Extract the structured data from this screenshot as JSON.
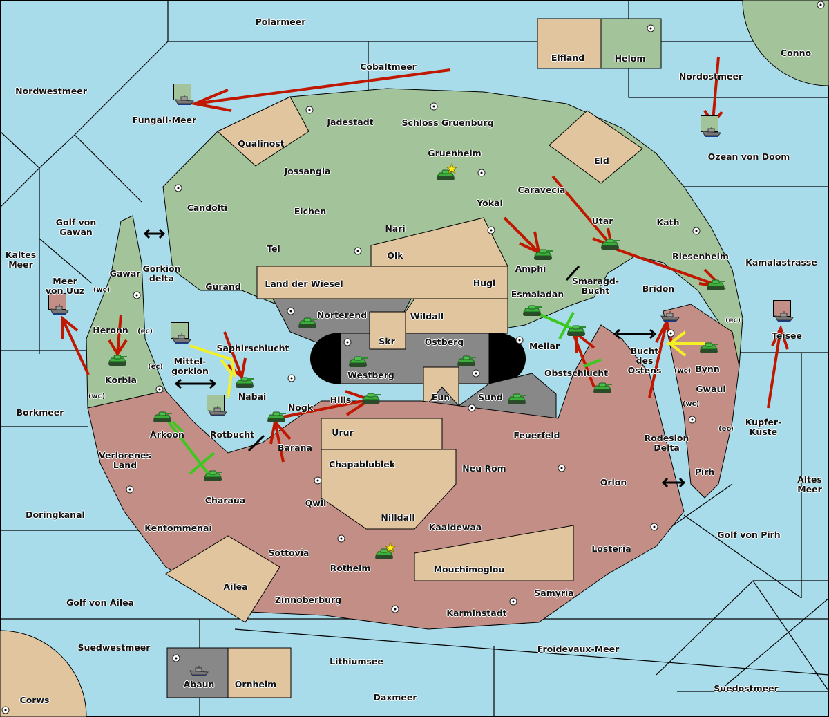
{
  "game": "Diplomacy-style map",
  "colors": {
    "sea": "#a8dcea",
    "green_power": "#a3c49a",
    "red_power": "#c38e85",
    "neutral": "#e1c59e",
    "impassable": "#888888",
    "order_move": "#c01800",
    "order_support": "#f4f026",
    "order_cut": "#3cc81e",
    "border": "#000000"
  },
  "seas": [
    {
      "name": "Polarmeer"
    },
    {
      "name": "Cobaltmeer"
    },
    {
      "name": "Nordwestmeer"
    },
    {
      "name": "Fungali-Meer"
    },
    {
      "name": "Nordostmeer"
    },
    {
      "name": "Ozean von Doom"
    },
    {
      "name": "Golf von Gawan"
    },
    {
      "name": "Kaltes Meer"
    },
    {
      "name": "Meer von Uuz"
    },
    {
      "name": "Gorkion delta"
    },
    {
      "name": "Mittel-gorkion"
    },
    {
      "name": "Rotbucht"
    },
    {
      "name": "Borkmeer"
    },
    {
      "name": "Doringkanal"
    },
    {
      "name": "Golf von Ailea"
    },
    {
      "name": "Suedwestmeer"
    },
    {
      "name": "Lithiumsee"
    },
    {
      "name": "Daxmeer"
    },
    {
      "name": "Froidevaux-Meer"
    },
    {
      "name": "Suedostmeer"
    },
    {
      "name": "Golf von Pirh"
    },
    {
      "name": "Altes Meer"
    },
    {
      "name": "Kupfer-Küste"
    },
    {
      "name": "Teisee"
    },
    {
      "name": "Kamalastrasse"
    },
    {
      "name": "Smaragd-Bucht"
    },
    {
      "name": "Bucht des Ostens"
    },
    {
      "name": "Rodesion Delta"
    }
  ],
  "provinces": {
    "green": [
      "Helom",
      "Conno",
      "Jadestadt",
      "Schloss Gruenburg",
      "Gruenheim",
      "Jossangia",
      "Candolti",
      "Elchen",
      "Nari",
      "Tel",
      "Yokai",
      "Caravecia",
      "Utar",
      "Kath",
      "Riesenheim",
      "Amphi",
      "Esmaladan",
      "Mellar",
      "Gurand",
      "Saphirschlucht",
      "Nabai",
      "Gawar",
      "Heronn",
      "Korbia"
    ],
    "red": [
      "Bridon",
      "Bynn",
      "Gwaul",
      "Pirh",
      "Obstschlucht",
      "Feuerfeld",
      "Neu Rom",
      "Orlon",
      "Losteria",
      "Samyria",
      "Karminstadt",
      "Kaaldewaa",
      "Rotheim",
      "Zinnoberburg",
      "Sottovia",
      "Qwil",
      "Barana",
      "Nogk",
      "Hills",
      "Arkoon",
      "Verlorenes Land",
      "Charaua",
      "Kentommenai"
    ],
    "neutral": [
      "Elfland",
      "Qualinost",
      "Eld",
      "Olk",
      "Land der Wiesel",
      "Hugl",
      "Wildall",
      "Skr",
      "Eun",
      "Urur",
      "Chapablublek",
      "Nilldall",
      "Mouchimoglou",
      "Ailea",
      "Ornheim",
      "Corws"
    ],
    "impassable": [
      "Norterend",
      "Westberg",
      "Ostberg",
      "Sund",
      "Abaun"
    ]
  },
  "coast_tags": [
    "(wc)",
    "(ec)",
    "(ec)",
    "(wc)",
    "(ec)",
    "(wc)",
    "(wc)",
    "(ec)"
  ],
  "labels": {
    "Polarmeer": "Polarmeer",
    "Cobaltmeer": "Cobaltmeer",
    "Nordwestmeer": "Nordwestmeer",
    "Fungali": "Fungali-Meer",
    "Nordostmeer": "Nordostmeer",
    "Ozean": "Ozean von Doom",
    "Conno": "Conno",
    "Elfland": "Elfland",
    "Helom": "Helom",
    "Jadestadt": "Jadestadt",
    "Schloss": "Schloss Gruenburg",
    "Qualinost": "Qualinost",
    "Gruenheim": "Gruenheim",
    "Jossangia": "Jossangia",
    "Eld": "Eld",
    "Candolti": "Candolti",
    "Elchen": "Elchen",
    "Caravecia": "Caravecia",
    "Yokai": "Yokai",
    "Nari": "Nari",
    "Utar": "Utar",
    "Kath": "Kath",
    "Tel": "Tel",
    "Olk": "Olk",
    "GolfGawan": "Golf von\nGawan",
    "KaltesMeer": "Kaltes\nMeer",
    "Amphi": "Amphi",
    "Riesenheim": "Riesenheim",
    "Kamalastrasse": "Kamalastrasse",
    "Gawar": "Gawar",
    "GorkionDelta": "Gorkion\ndelta",
    "MeerUuz": "Meer\nvon Uuz",
    "Gurand": "Gurand",
    "LandWiesel": "Land der Wiesel",
    "Hugl": "Hugl",
    "Smaragd": "Smaragd-\nBucht",
    "Bridon": "Bridon",
    "Esmaladan": "Esmaladan",
    "Norterend": "Norterend",
    "Wildall": "Wildall",
    "Heronn": "Heronn",
    "Teisee": "Teisee",
    "Skr": "Skr",
    "Ostberg": "Ostberg",
    "Mellar": "Mellar",
    "Saphir": "Saphirschlucht",
    "Bucht": "Bucht\ndes\nOstens",
    "Bynn": "Bynn",
    "Mittelgorkion": "Mittel-\ngorkion",
    "Westberg": "Westberg",
    "Obstschlucht": "Obstschlucht",
    "Korbia": "Korbia",
    "Nabai": "Nabai",
    "Eun": "Eun",
    "Sund": "Sund",
    "Gwaul": "Gwaul",
    "Hills": "Hills",
    "Nogk": "Nogk",
    "Borkmeer": "Borkmeer",
    "Kupfer": "Kupfer-\nKüste",
    "Urur": "Urur",
    "Feuerfeld": "Feuerfeld",
    "Rotbucht": "Rotbucht",
    "Arkoon": "Arkoon",
    "Barana": "Barana",
    "Rodesion": "Rodesion\nDelta",
    "Pirh": "Pirh",
    "Verloren": "Verlorenes\nLand",
    "Chapablublek": "Chapablublek",
    "NeuRom": "Neu Rom",
    "Orlon": "Orlon",
    "AltesMeer": "Altes\nMeer",
    "Charaua": "Charaua",
    "Qwil": "Qwil",
    "Doringkanal": "Doringkanal",
    "Nilldall": "Nilldall",
    "Kentommenai": "Kentommenai",
    "Kaaldewaa": "Kaaldewaa",
    "GolfPirh": "Golf von Pirh",
    "Losteria": "Losteria",
    "Sottovia": "Sottovia",
    "Rotheim": "Rotheim",
    "Mouchimoglou": "Mouchimoglou",
    "Ailea": "Ailea",
    "Samyria": "Samyria",
    "GolfAilea": "Golf von Ailea",
    "Zinnoberburg": "Zinnoberburg",
    "Karminstadt": "Karminstadt",
    "Suedwestmeer": "Suedwestmeer",
    "Froidevaux": "Froidevaux-Meer",
    "Lithiumsee": "Lithiumsee",
    "Abaun": "Abaun",
    "Ornheim": "Ornheim",
    "Suedostmeer": "Suedostmeer",
    "Daxmeer": "Daxmeer",
    "Corws": "Corws",
    "wc1": "(wc)",
    "ec1": "(ec)",
    "ec2": "(ec)",
    "wc2": "(wc)",
    "ec3": "(ec)",
    "wc3": "(wc)",
    "wc4": "(wc)",
    "ec4": "(ec)"
  },
  "units": [
    {
      "type": "army",
      "owner": "green",
      "province": "Gruenheim",
      "capital_star": true
    },
    {
      "type": "army",
      "owner": "green",
      "province": "Amphi"
    },
    {
      "type": "army",
      "owner": "green",
      "province": "Utar"
    },
    {
      "type": "army",
      "owner": "green",
      "province": "Riesenheim"
    },
    {
      "type": "army",
      "owner": "green",
      "province": "Esmaladan"
    },
    {
      "type": "army",
      "owner": "green",
      "province": "Mellar"
    },
    {
      "type": "army",
      "owner": "green",
      "province": "Obstschlucht"
    },
    {
      "type": "army",
      "owner": "green",
      "province": "Bynn"
    },
    {
      "type": "army",
      "owner": "green",
      "province": "Norterend"
    },
    {
      "type": "army",
      "owner": "green",
      "province": "Westberg"
    },
    {
      "type": "army",
      "owner": "green",
      "province": "Ostberg"
    },
    {
      "type": "army",
      "owner": "green",
      "province": "Sund"
    },
    {
      "type": "army",
      "owner": "green",
      "province": "Hills"
    },
    {
      "type": "army",
      "owner": "green",
      "province": "Nogk"
    },
    {
      "type": "army",
      "owner": "green",
      "province": "Nabai"
    },
    {
      "type": "army",
      "owner": "green",
      "province": "Korbia"
    },
    {
      "type": "army",
      "owner": "green",
      "province": "Arkoon"
    },
    {
      "type": "army",
      "owner": "green",
      "province": "Charaua"
    },
    {
      "type": "army",
      "owner": "green",
      "province": "Rotheim",
      "capital_star": true
    },
    {
      "type": "fleet",
      "owner": "green",
      "province": "Fungali-Meer"
    },
    {
      "type": "fleet",
      "owner": "green",
      "province": "Ozean von Doom"
    },
    {
      "type": "fleet",
      "owner": "green",
      "province": "Mittel-gorkion"
    },
    {
      "type": "fleet",
      "owner": "green",
      "province": "Rotbucht"
    },
    {
      "type": "fleet",
      "owner": "red",
      "province": "Meer von Uuz"
    },
    {
      "type": "fleet",
      "owner": "red",
      "province": "Teisee"
    },
    {
      "type": "fleet",
      "owner": "none",
      "province": "Bucht des Ostens"
    },
    {
      "type": "fleet",
      "owner": "none",
      "province": "Abaun"
    }
  ]
}
